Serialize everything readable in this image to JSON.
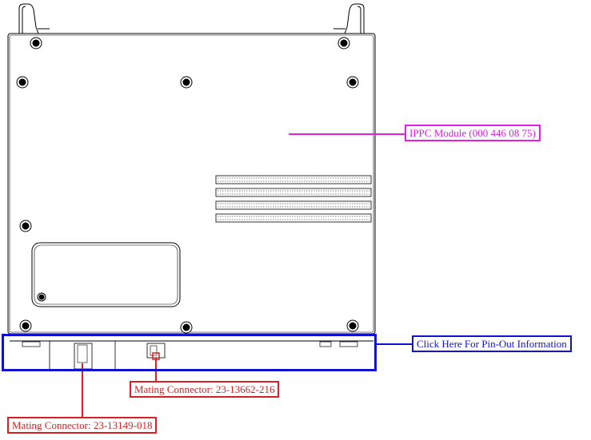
{
  "callouts": {
    "module": "IPPC Module (000 446 08 75)",
    "pinout": "Click Here For Pin-Out Information",
    "connector_a": "Mating Connector: 23-13662-216",
    "connector_b": "Mating Connector: 23-13149-018"
  },
  "colors": {
    "module_label": "#e020e0",
    "pinout_link": "#1010d0",
    "connector_labels": "#d82020",
    "line_art": "#000000"
  }
}
